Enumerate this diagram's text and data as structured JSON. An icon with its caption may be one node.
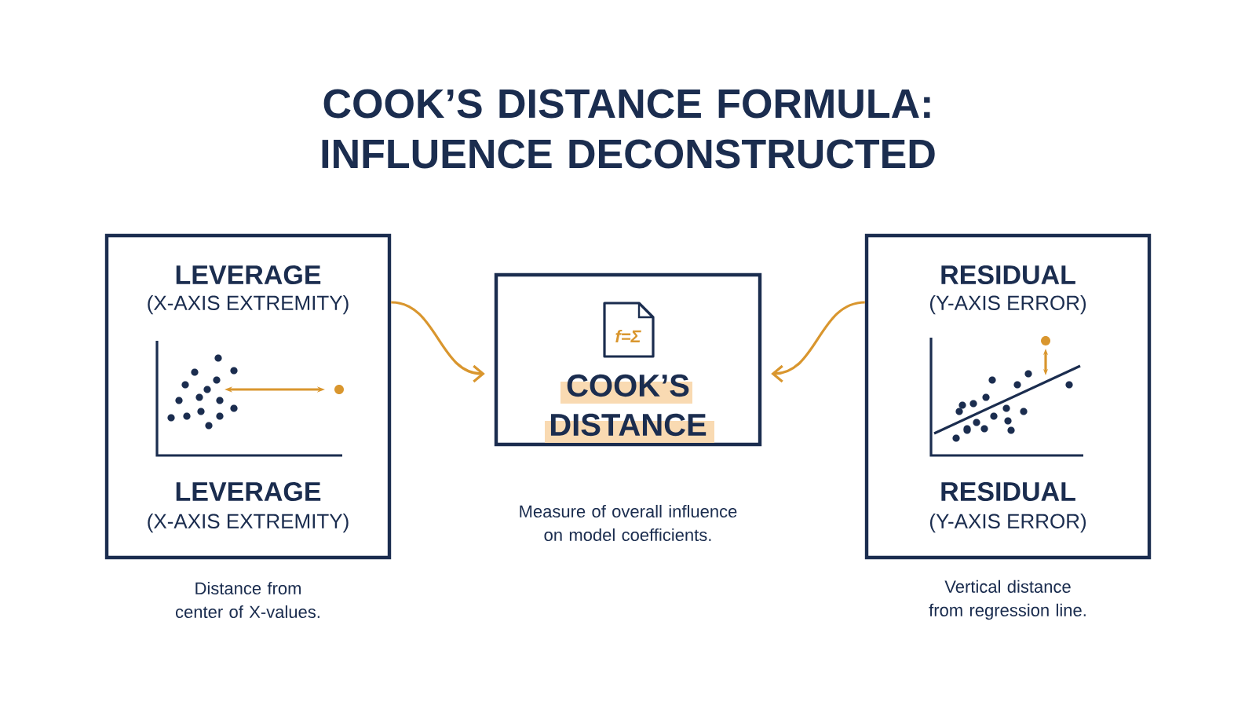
{
  "diagram": {
    "title": "COOK’S DISTANCE FORMULA: INFLUENCE DECONSTRUCTED",
    "nodes": [
      {
        "text": [
          "LEVERAGE",
          "(X-AXIS EXTREMITY)",
          "LEVERAGE",
          "(X-AXIS EXTREMITY)"
        ],
        "beside": [
          "Distance from center of X-values."
        ]
      },
      {
        "text": [
          "COOK’S DISTANCE"
        ],
        "beside": [
          "Measure of overall influence on model coefficients."
        ]
      },
      {
        "text": [
          "RESIDUAL",
          "(Y-AXIS ERROR)",
          "RESIDUAL",
          "(Y-AXIS ERROR)"
        ],
        "beside": [
          "Vertical distance from regression line."
        ]
      }
    ],
    "edges": [
      {
        "from": 0,
        "to": 1,
        "arrow": "to"
      },
      {
        "from": 2,
        "to": 1,
        "arrow": "to"
      }
    ],
    "labels": [
      "f=Σ"
    ]
  }
}
